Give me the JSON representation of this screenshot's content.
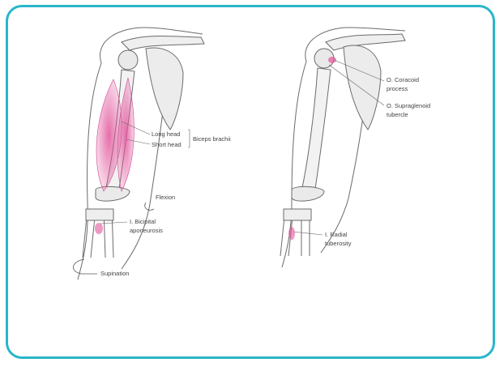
{
  "colors": {
    "frame": "#29b6c9",
    "muscle": "#e2559c",
    "bone_outline": "#6b6b6b"
  },
  "left_figure": {
    "long_head": "Long head",
    "short_head": "Short head",
    "biceps": "Biceps brachii",
    "flexion": "Flexion",
    "insertion_line1": "I. Bicipital",
    "insertion_line2": "aponeurosis",
    "supination": "Supination"
  },
  "right_figure": {
    "coracoid_line1": "O. Coracoid",
    "coracoid_line2": "process",
    "supraglenoid_line1": "O. Supraglenoid",
    "supraglenoid_line2": "tubercle",
    "radial_line1": "I. Radial",
    "radial_line2": "tuberosity"
  }
}
